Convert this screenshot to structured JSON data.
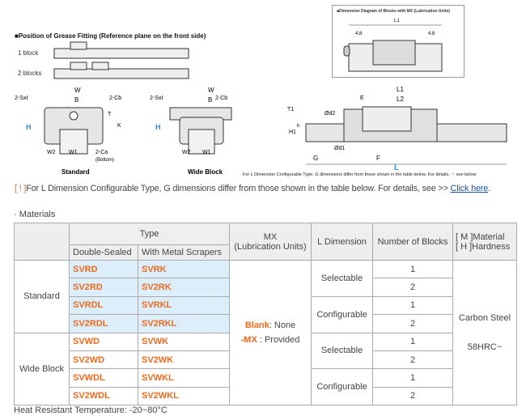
{
  "grease": {
    "title": "■Position of Grease Fitting (Reference plane on the front side)",
    "one": "1 block",
    "two": "2 blocks"
  },
  "mx_diagram": {
    "title": "■Dimension Diagram of Blocks with MX (Lubrication Units)",
    "l1": "L1",
    "d1": "4.8",
    "d2": "4.8"
  },
  "section": {
    "w": "W",
    "b": "B",
    "sx": "2-Sxℓ",
    "cb": "2-Cb",
    "t": "T",
    "k": "K",
    "h": "H",
    "w2": "W2",
    "w1": "W1",
    "ca": "2-Ca",
    "bottom": "(Bottom)",
    "standard": "Standard",
    "wide": "Wide Block"
  },
  "side": {
    "l1": "L1",
    "l2": "L2",
    "e": "E",
    "t1": "T1",
    "d2": "Ød2",
    "h1": "H1",
    "h": "h",
    "d1": "Ød1",
    "g": "G",
    "f": "F",
    "l": "L"
  },
  "small_note": "For L Dimension Configurable Type, G dimensions differ from those shown in the table below. For details, ☞ see below",
  "note": {
    "bracket": "[ ! ]",
    "text": "For L Dimension Configurable Type, G dimensions differ from those shown in the table below. For details, see >> ",
    "link": "Click here"
  },
  "materials_label": "· Materials",
  "table": {
    "headers": {
      "type": "Type",
      "double": "Double-Sealed",
      "metal": "With Metal Scrapers",
      "mx1": "MX",
      "mx2": "(Lubrication Units)",
      "ldim": "L Dimension",
      "blocks": "Number of Blocks",
      "mat1": "[ M ]Material",
      "mat2": "[ H ]Hardness"
    },
    "groups": [
      "Standard",
      "Wide Block"
    ],
    "rows": [
      [
        "SVRD",
        "SVRK",
        "1"
      ],
      [
        "SV2RD",
        "SV2RK",
        "2"
      ],
      [
        "SVRDL",
        "SVRKL",
        "1"
      ],
      [
        "SV2RDL",
        "SV2RKL",
        "2"
      ],
      [
        "SVWD",
        "SVWK",
        "1"
      ],
      [
        "SV2WD",
        "SV2WK",
        "2"
      ],
      [
        "SVWDL",
        "SVWKL",
        "1"
      ],
      [
        "SV2WDL",
        "SV2WKL",
        "2"
      ]
    ],
    "ldims": [
      "Selectable",
      "Configurable",
      "Selectable",
      "Configurable"
    ],
    "mx_blank": "Blank",
    "mx_none": ": None",
    "mx_code": "-MX",
    "mx_prov": " : Provided",
    "material": "Carbon Steel",
    "hardness": "58HRC~"
  },
  "heat": "Heat Resistant Temperature: -20~80°C",
  "colors": {
    "accent": "#f06a1e",
    "blue_cell": "#dceefa",
    "dim_blue": "#1e90e0",
    "link": "#1a4fa0"
  }
}
